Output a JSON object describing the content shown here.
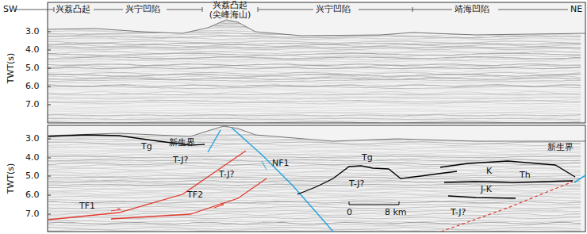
{
  "diagram": {
    "labels": [
      "SW",
      "兴荔凸起",
      "兴宁凹陷",
      "兴荔凸起 (尖峰海山)",
      "兴宁凹陷",
      "靖海凹陷",
      "NE",
      "TWT(s)",
      "3.0",
      "4.0",
      "5.0",
      "6.0",
      "7.0",
      "TWT(s)",
      "3.0",
      "4.0",
      "5.0",
      "6.0",
      "7.0",
      "Tg",
      "新生界",
      "T-J?",
      "T-J?",
      "NF1",
      "TF1",
      "TF2",
      "Tg",
      "T-J?",
      "0",
      "8 km",
      "K",
      "Th",
      "J-K",
      "新生界",
      "T-J?"
    ]
  }
}
